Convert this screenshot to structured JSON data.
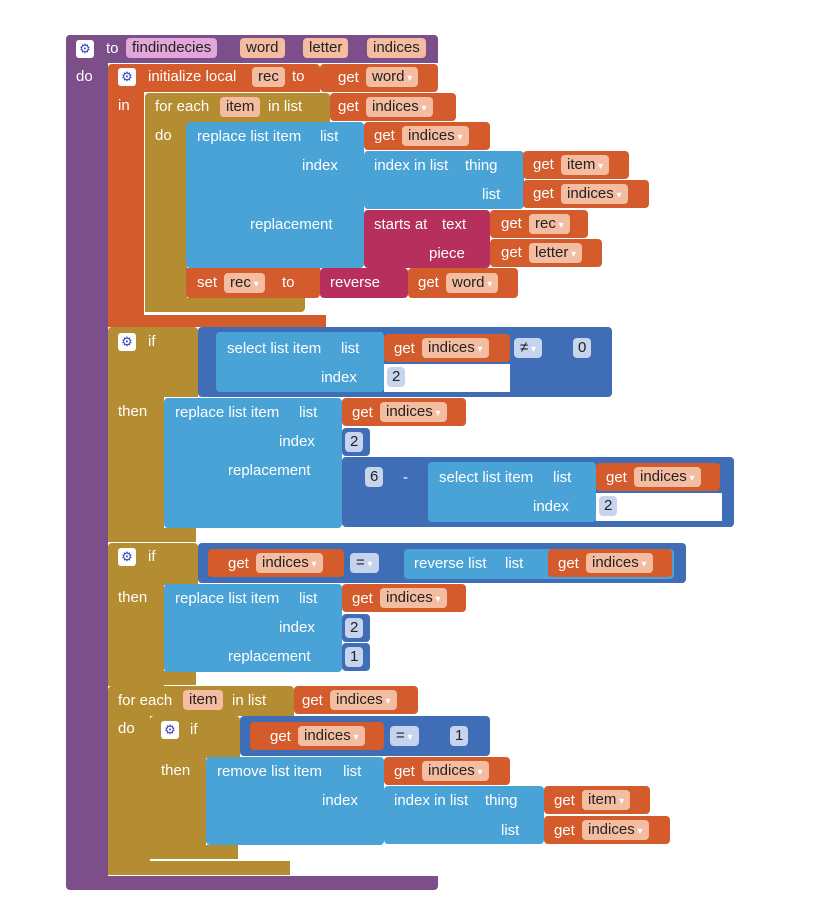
{
  "procedure": {
    "keyword_to": "to",
    "name": "findindecies",
    "params": [
      "word",
      "letter",
      "indices"
    ],
    "keyword_do": "do"
  },
  "init_local": {
    "label": "initialize local",
    "var": "rec",
    "to": "to",
    "in": "in"
  },
  "kw": {
    "get": "get",
    "set": "set",
    "to": "to",
    "do": "do",
    "if": "if",
    "then": "then",
    "for_each": "for each",
    "in_list": "in list",
    "list": "list",
    "index": "index",
    "replacement": "replacement",
    "thing": "thing",
    "text": "text",
    "piece": "piece",
    "replace_list_item": "replace list item",
    "index_in_list": "index in list",
    "starts_at": "starts at",
    "reverse": "reverse",
    "select_list_item": "select list item",
    "reverse_list": "reverse list",
    "remove_list_item": "remove list item"
  },
  "vars": {
    "word": "word",
    "item": "item",
    "indices": "indices",
    "rec": "rec",
    "letter": "letter"
  },
  "ops": {
    "neq": "≠",
    "minus": "-",
    "eq": "="
  },
  "numbers": {
    "zero": "0",
    "two": "2",
    "six": "6",
    "one": "1"
  },
  "colors": {
    "procedure": "#7c4f8b",
    "variable": "#d35b2c",
    "control": "#b48c32",
    "list": "#4aa3d6",
    "math": "#3f6eb7",
    "text": "#b62f5d"
  }
}
